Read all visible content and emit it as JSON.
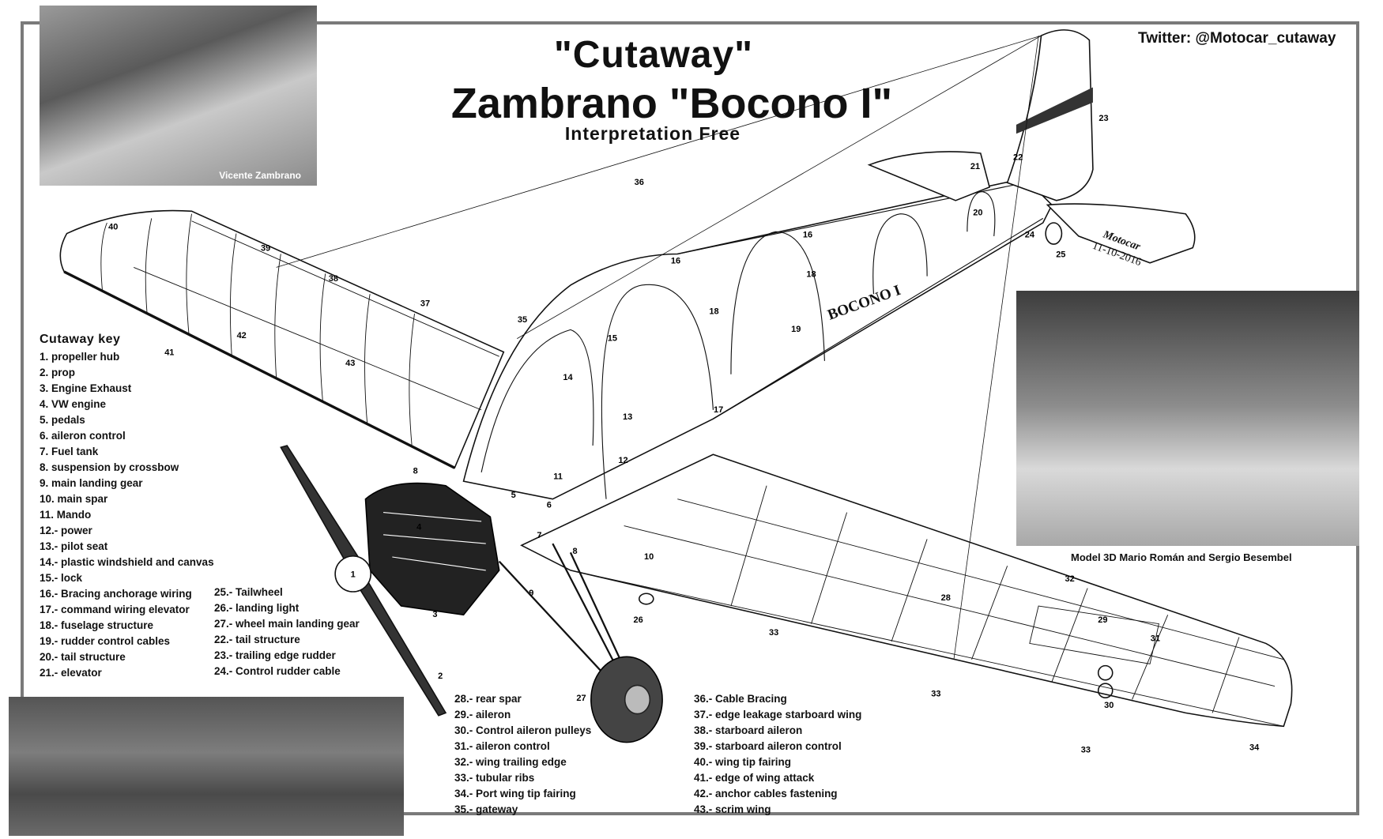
{
  "title": {
    "line1": "\"Cutaway\"",
    "line2": "Zambrano \"Bocono I\"",
    "line3": "Interpretation Free"
  },
  "twitter": "Twitter: @Motocar_cutaway",
  "photos": {
    "top_left_caption": "Vicente Zambrano",
    "render_caption": "Model 3D Mario Román and Sergio Besembel"
  },
  "signature": {
    "name": "Motocar",
    "date": "11-10-2016"
  },
  "fuselage_marking": "BOCONO I",
  "key": {
    "title": "Cutaway key",
    "col1": [
      "1. propeller hub",
      "2. prop",
      "3. Engine Exhaust",
      "4. VW engine",
      "5. pedals",
      "6. aileron control",
      "7. Fuel tank",
      "8. suspension by crossbow",
      "9. main landing gear",
      "10. main spar",
      "11. Mando",
      "12.- power",
      "13.- pilot seat",
      "14.- plastic windshield and canvas",
      "15.- lock",
      "16.- Bracing anchorage wiring",
      "17.- command wiring elevator",
      "18.- fuselage structure",
      "19.- rudder control cables",
      "20.- tail structure",
      "21.- elevator"
    ],
    "col2": [
      "25.- Tailwheel",
      "26.- landing light",
      "27.- wheel main landing gear",
      "22.- tail structure",
      "23.- trailing edge rudder",
      "24.- Control rudder cable"
    ],
    "col3": [
      "28.- rear spar",
      "29.- aileron",
      "30.- Control aileron pulleys",
      "31.- aileron control",
      "32.- wing trailing edge",
      "33.- tubular ribs",
      "34.- Port wing tip fairing",
      "35.- gateway"
    ],
    "col4": [
      "36.- Cable Bracing",
      "37.- edge leakage starboard wing",
      "38.- starboard aileron",
      "39.- starboard aileron control",
      "40.- wing tip fairing",
      "41.- edge of wing attack",
      "42.- anchor cables fastening",
      "43.- scrim wing"
    ]
  },
  "callouts": [
    {
      "n": "40"
    },
    {
      "n": "39"
    },
    {
      "n": "38"
    },
    {
      "n": "37"
    },
    {
      "n": "36"
    },
    {
      "n": "35"
    },
    {
      "n": "42"
    },
    {
      "n": "41"
    },
    {
      "n": "43"
    },
    {
      "n": "15"
    },
    {
      "n": "14"
    },
    {
      "n": "13"
    },
    {
      "n": "16"
    },
    {
      "n": "16"
    },
    {
      "n": "18"
    },
    {
      "n": "18"
    },
    {
      "n": "19"
    },
    {
      "n": "17"
    },
    {
      "n": "12"
    },
    {
      "n": "11"
    },
    {
      "n": "8"
    },
    {
      "n": "5"
    },
    {
      "n": "6"
    },
    {
      "n": "4"
    },
    {
      "n": "7"
    },
    {
      "n": "8"
    },
    {
      "n": "1"
    },
    {
      "n": "3"
    },
    {
      "n": "2"
    },
    {
      "n": "9"
    },
    {
      "n": "10"
    },
    {
      "n": "26"
    },
    {
      "n": "27"
    },
    {
      "n": "28"
    },
    {
      "n": "33"
    },
    {
      "n": "33"
    },
    {
      "n": "33"
    },
    {
      "n": "29"
    },
    {
      "n": "32"
    },
    {
      "n": "31"
    },
    {
      "n": "30"
    },
    {
      "n": "34"
    },
    {
      "n": "20"
    },
    {
      "n": "21"
    },
    {
      "n": "22"
    },
    {
      "n": "23"
    },
    {
      "n": "24"
    },
    {
      "n": "25"
    }
  ],
  "colors": {
    "frame": "#7a7a7a",
    "ink": "#111111"
  }
}
